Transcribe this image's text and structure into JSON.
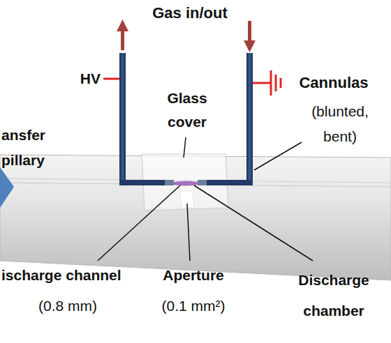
{
  "diagram": {
    "labels": [
      "Gas in/out",
      "Glass cover",
      "HV",
      "Cannulas",
      "(blunted, bent)",
      "ansfer pillary",
      "ischarge channel",
      "(0.8 mm)",
      "Aperture",
      "(0.1 mm²)",
      "Discharge chamber"
    ]
  }
}
